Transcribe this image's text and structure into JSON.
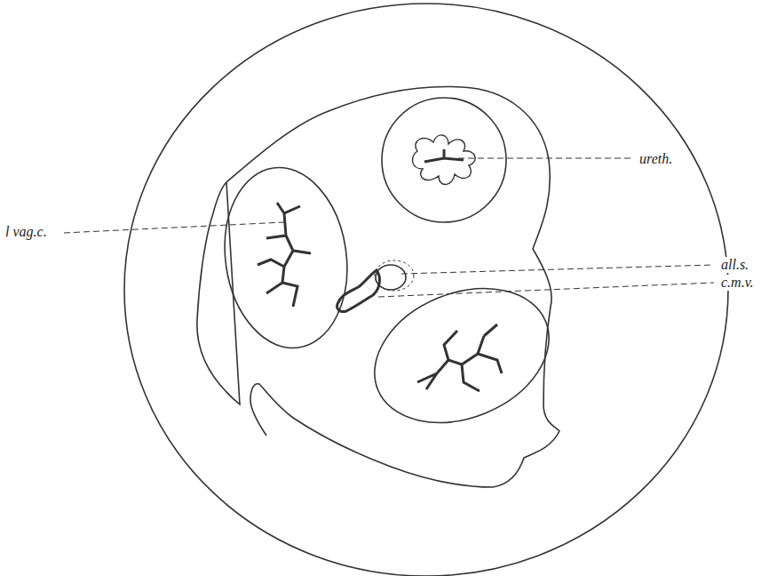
{
  "diagram": {
    "labels": [
      "ureth.",
      "l vag.c.",
      "all.s.",
      "c.m.v."
    ]
  }
}
